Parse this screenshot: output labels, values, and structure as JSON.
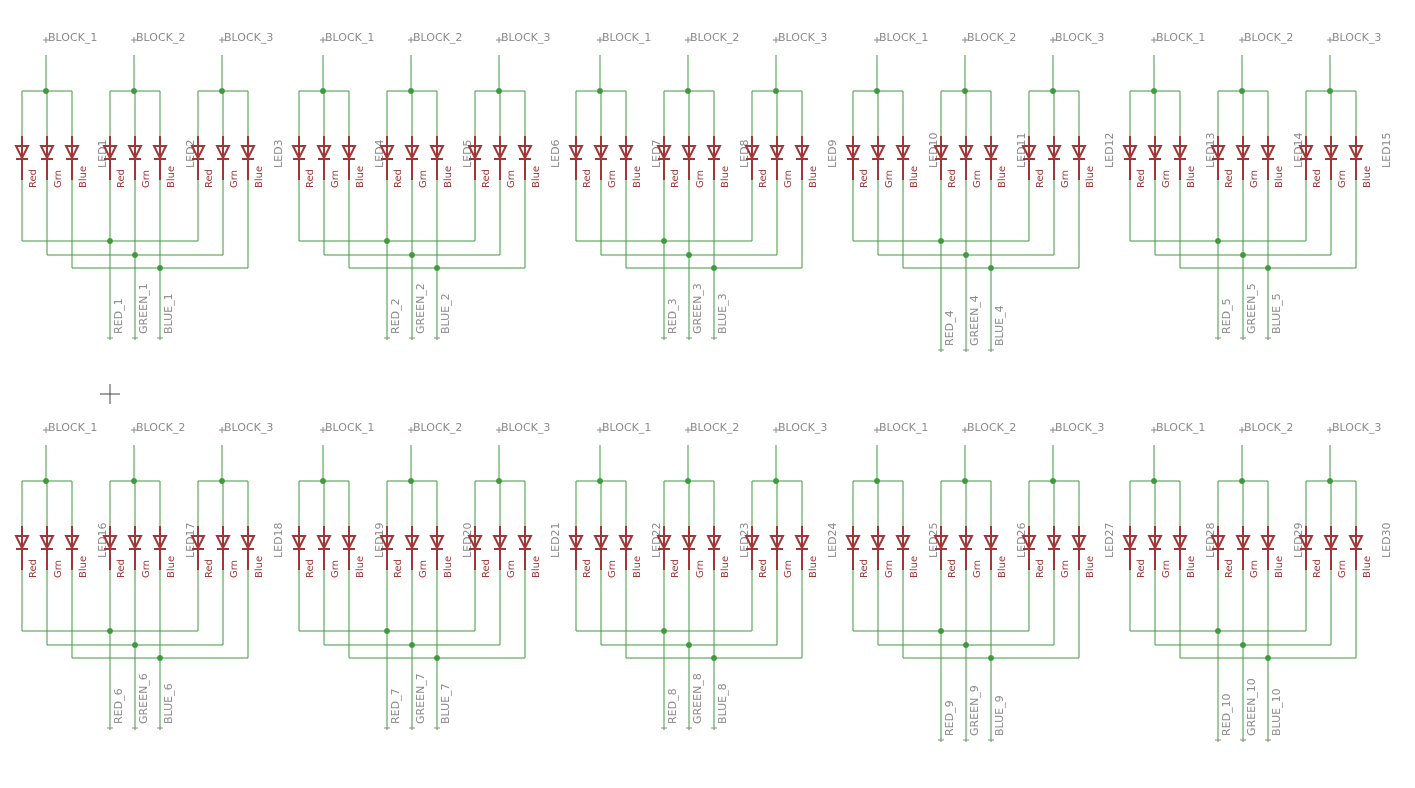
{
  "colors": {
    "wire": "#3f9a3f",
    "diode": "#a03636",
    "label": "#8a8a8a",
    "background": "#ffffff"
  },
  "icons": {
    "cursor": "crosshair-icon",
    "diode": "led-diode-icon"
  },
  "diode_labels": [
    "Red",
    "Grn",
    "Blue"
  ],
  "blocks": [
    {
      "block_labels": [
        "BLOCK_1",
        "BLOCK_2",
        "BLOCK_3"
      ],
      "leds": [
        "LED1",
        "LED2",
        "LED3"
      ],
      "bottom_labels": [
        "RED_1",
        "GREEN_1",
        "BLUE_1"
      ]
    },
    {
      "block_labels": [
        "BLOCK_1",
        "BLOCK_2",
        "BLOCK_3"
      ],
      "leds": [
        "LED4",
        "LED5",
        "LED6"
      ],
      "bottom_labels": [
        "RED_2",
        "GREEN_2",
        "BLUE_2"
      ]
    },
    {
      "block_labels": [
        "BLOCK_1",
        "BLOCK_2",
        "BLOCK_3"
      ],
      "leds": [
        "LED7",
        "LED8",
        "LED9"
      ],
      "bottom_labels": [
        "RED_3",
        "GREEN_3",
        "BLUE_3"
      ]
    },
    {
      "block_labels": [
        "BLOCK_1",
        "BLOCK_2",
        "BLOCK_3"
      ],
      "leds": [
        "LED10",
        "LED11",
        "LED12"
      ],
      "bottom_labels": [
        "RED_4",
        "GREEN_4",
        "BLUE_4"
      ]
    },
    {
      "block_labels": [
        "BLOCK_1",
        "BLOCK_2",
        "BLOCK_3"
      ],
      "leds": [
        "LED13",
        "LED14",
        "LED15"
      ],
      "bottom_labels": [
        "RED_5",
        "GREEN_5",
        "BLUE_5"
      ]
    },
    {
      "block_labels": [
        "BLOCK_1",
        "BLOCK_2",
        "BLOCK_3"
      ],
      "leds": [
        "LED16",
        "LED17",
        "LED18"
      ],
      "bottom_labels": [
        "RED_6",
        "GREEN_6",
        "BLUE_6"
      ]
    },
    {
      "block_labels": [
        "BLOCK_1",
        "BLOCK_2",
        "BLOCK_3"
      ],
      "leds": [
        "LED19",
        "LED20",
        "LED21"
      ],
      "bottom_labels": [
        "RED_7",
        "GREEN_7",
        "BLUE_7"
      ]
    },
    {
      "block_labels": [
        "BLOCK_1",
        "BLOCK_2",
        "BLOCK_3"
      ],
      "leds": [
        "LED22",
        "LED23",
        "LED24"
      ],
      "bottom_labels": [
        "RED_8",
        "GREEN_8",
        "BLUE_8"
      ]
    },
    {
      "block_labels": [
        "BLOCK_1",
        "BLOCK_2",
        "BLOCK_3"
      ],
      "leds": [
        "LED25",
        "LED26",
        "LED27"
      ],
      "bottom_labels": [
        "RED_9",
        "GREEN_9",
        "BLUE_9"
      ]
    },
    {
      "block_labels": [
        "BLOCK_1",
        "BLOCK_2",
        "BLOCK_3"
      ],
      "leds": [
        "LED28",
        "LED29",
        "LED30"
      ],
      "bottom_labels": [
        "RED_10",
        "GREEN_10",
        "BLUE_10"
      ]
    }
  ]
}
